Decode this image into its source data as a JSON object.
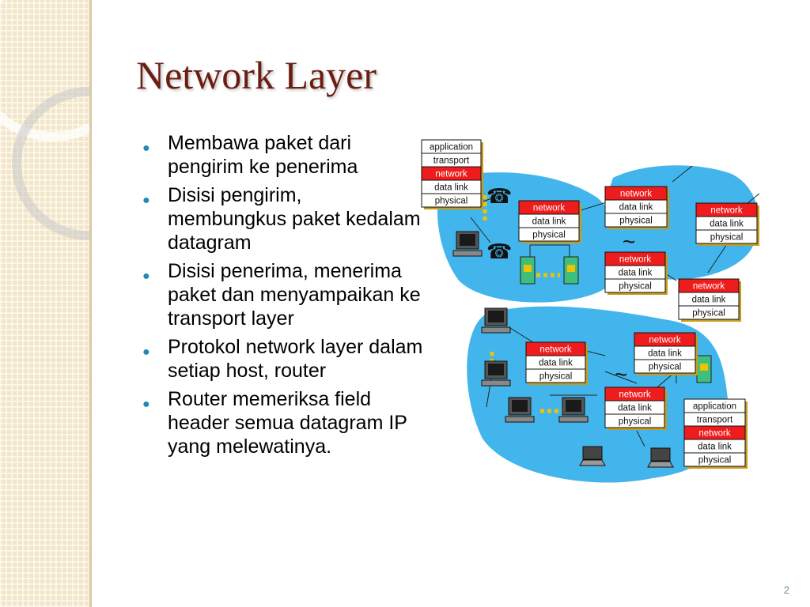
{
  "slide": {
    "title": "Network Layer",
    "page_number": "2",
    "bullets": [
      "Membawa paket dari pengirim ke penerima",
      "Disisi pengirim, membungkus paket kedalam datagram",
      "Disisi penerima, menerima paket dan menyampaikan ke transport layer",
      "Protokol network layer dalam setiap host, router",
      "Router memeriksa field header semua datagram IP yang melewatinya."
    ]
  },
  "diagram": {
    "layers": {
      "application": "application",
      "transport": "transport",
      "network": "network",
      "data_link": "data link",
      "physical": "physical"
    },
    "colors": {
      "cloud": "#42b6ec",
      "network_highlight": "#ee1c1c",
      "stack_border": "#c89a1e"
    }
  }
}
